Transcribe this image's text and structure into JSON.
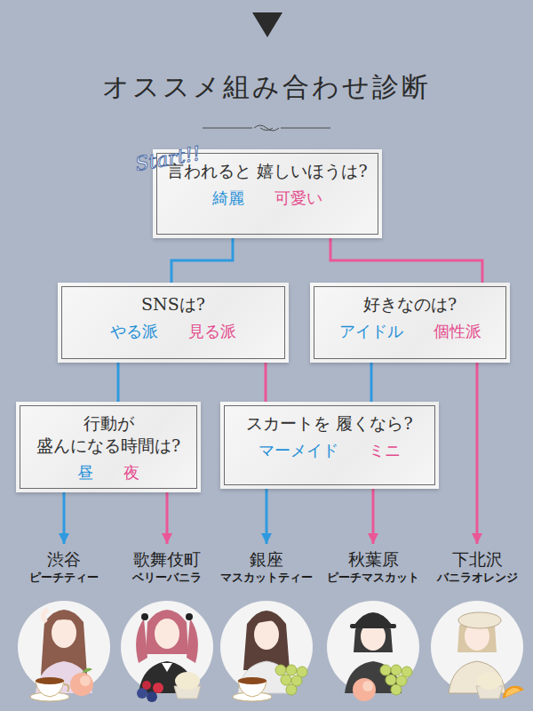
{
  "diagram": {
    "title": "オススメ組み合わせ診断",
    "nodes": [
      {
        "text": [
          "言われると 嬉しいほうは?",
          "綺麗",
          "可愛い"
        ]
      },
      {
        "text": [
          "SNSは?",
          "やる派",
          "見る派"
        ]
      },
      {
        "text": [
          "好きなのは?",
          "アイドル",
          "個性派"
        ]
      },
      {
        "text": [
          "行動が 盛んになる時間は?",
          "昼",
          "夜"
        ]
      },
      {
        "text": [
          "スカートを 履くなら?",
          "マーメイド",
          "ミニ"
        ]
      },
      {
        "text": [
          "渋谷",
          "ピーチティー"
        ]
      },
      {
        "text": [
          "歌舞伎町",
          "ベリーバニラ"
        ]
      },
      {
        "text": [
          "銀座",
          "マスカットティー"
        ]
      },
      {
        "text": [
          "秋葉原",
          "ピーチマスカット"
        ]
      },
      {
        "text": [
          "下北沢",
          "バニラオレンジ"
        ]
      }
    ],
    "edges": [
      {
        "from": 0,
        "to": 1,
        "arrow": "none"
      },
      {
        "from": 0,
        "to": 2,
        "arrow": "none"
      },
      {
        "from": 1,
        "to": 3,
        "arrow": "none"
      },
      {
        "from": 1,
        "to": 4,
        "arrow": "none"
      },
      {
        "from": 2,
        "to": 4,
        "arrow": "none"
      },
      {
        "from": 2,
        "to": 9,
        "arrow": "to"
      },
      {
        "from": 3,
        "to": 5,
        "arrow": "to"
      },
      {
        "from": 3,
        "to": 6,
        "arrow": "to"
      },
      {
        "from": 4,
        "to": 7,
        "arrow": "to"
      },
      {
        "from": 4,
        "to": 8,
        "arrow": "to"
      }
    ],
    "labels": [
      "Start!!"
    ]
  }
}
